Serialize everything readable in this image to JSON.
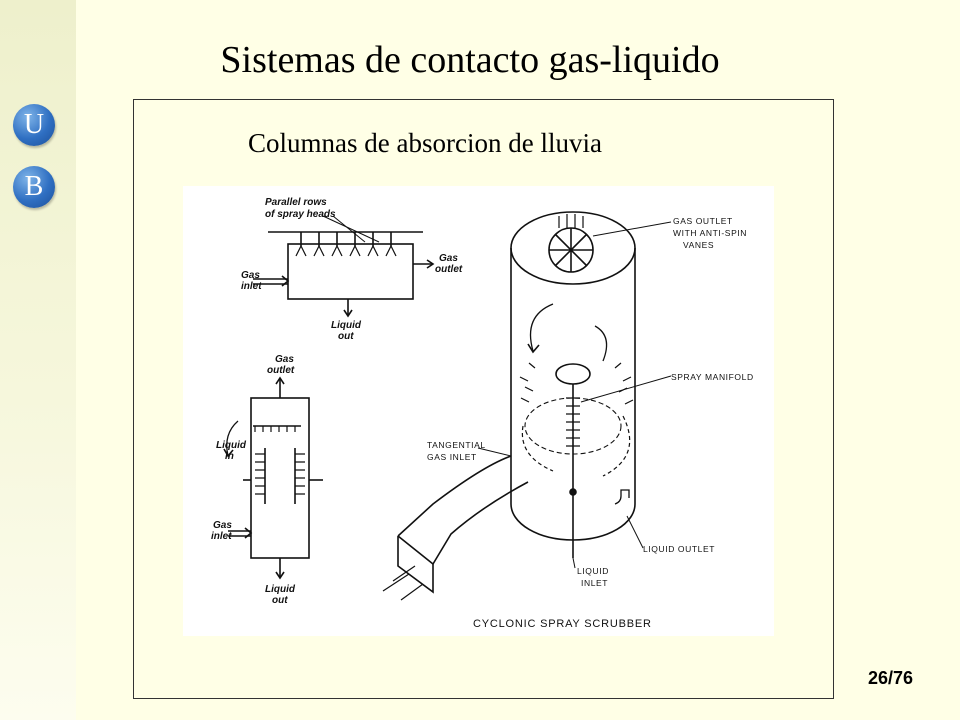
{
  "slide": {
    "title": "Sistemas de contacto gas-liquido",
    "subtitle": "Columnas de absorcion de lluvia",
    "page_number": "26/76"
  },
  "logo": {
    "letters": [
      "U",
      "B"
    ],
    "color": "#2f6fc2"
  },
  "figure": {
    "top_left": {
      "spray_heads_label": [
        "Parallel rows",
        "of spray heads"
      ],
      "gas_inlet": [
        "Gas",
        "inlet"
      ],
      "gas_outlet": [
        "Gas",
        "outlet"
      ],
      "liquid_out": [
        "Liquid",
        "out"
      ]
    },
    "bottom_left": {
      "gas_outlet": [
        "Gas",
        "outlet"
      ],
      "liquid_in": [
        "Liquid",
        "in"
      ],
      "gas_inlet": [
        "Gas",
        "inlet"
      ],
      "liquid_out": [
        "Liquid",
        "out"
      ]
    },
    "cyclonic": {
      "gas_outlet": [
        "GAS OUTLET",
        "WITH ANTI-SPIN",
        "VANES"
      ],
      "spray_manifold": "SPRAY MANIFOLD",
      "tangential_inlet": [
        "TANGENTIAL",
        "GAS INLET"
      ],
      "liquid_outlet": "LIQUID OUTLET",
      "liquid_inlet": [
        "LIQUID",
        "INLET"
      ],
      "caption": "CYCLONIC SPRAY SCRUBBER"
    }
  }
}
